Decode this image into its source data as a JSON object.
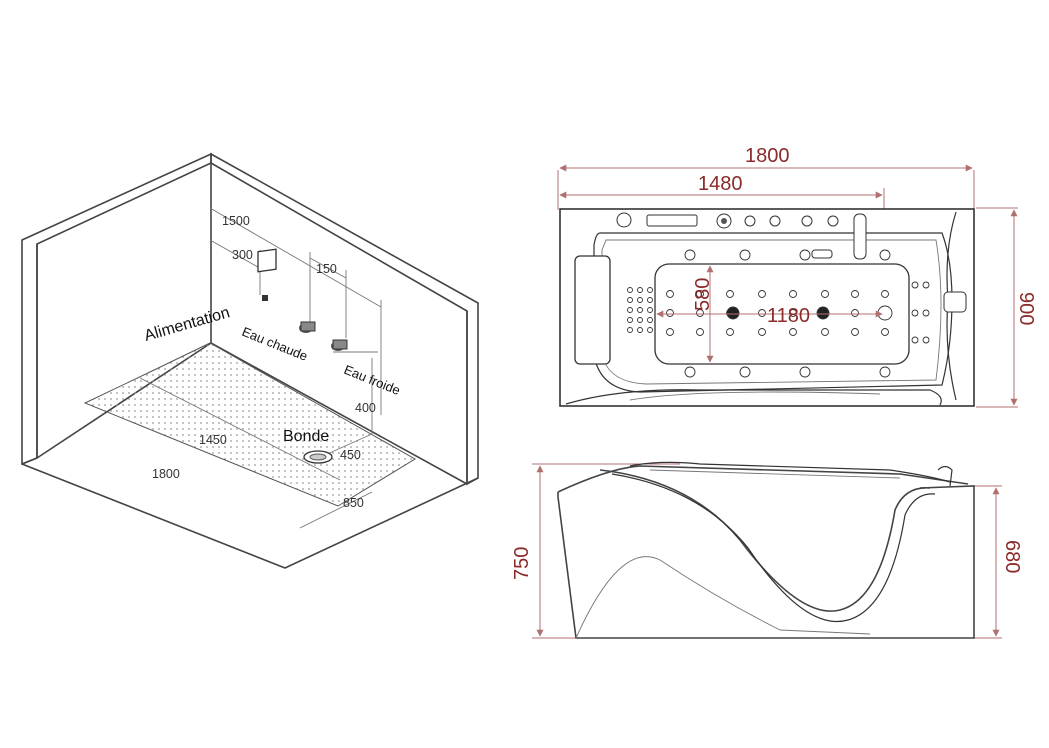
{
  "isometric": {
    "labels": {
      "alimentation": "Alimentation",
      "eau_chaude": "Eau chaude",
      "eau_froide": "Eau froide",
      "bonde": "Bonde"
    },
    "dimensions": {
      "d1500": "1500",
      "d300": "300",
      "d150": "150",
      "d400": "400",
      "d450": "450",
      "d1450": "1450",
      "d1800": "1800",
      "d850": "850"
    }
  },
  "top_view": {
    "dimensions": {
      "overall_length": "1800",
      "inner_length": "1480",
      "inner_well_length": "1180",
      "inner_well_width": "580",
      "overall_width": "900"
    }
  },
  "side_view": {
    "dimensions": {
      "total_height": "750",
      "rim_height": "680"
    }
  }
}
